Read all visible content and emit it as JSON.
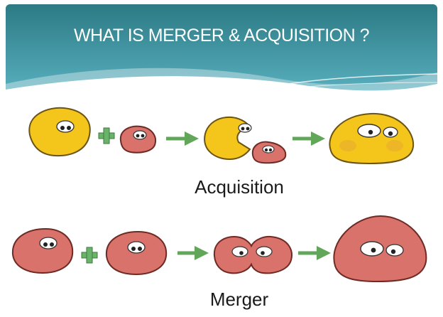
{
  "slide": {
    "title": "WHAT IS MERGER & ACQUISITION ?",
    "acquisition_label": "Acquisition",
    "merger_label": "Merger"
  },
  "colors": {
    "header_top": "#2b7a84",
    "header_bottom": "#5fb6c6",
    "yellow_blob": "#f4c51a",
    "red_blob": "#d9726a",
    "plus": "#6ab36a",
    "arrow": "#62a65a"
  },
  "icons": [
    "plus-icon",
    "arrow-right-icon"
  ]
}
